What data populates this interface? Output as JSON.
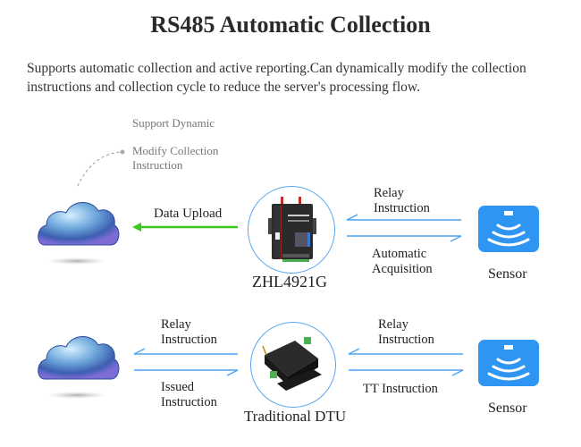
{
  "title": "RS485 Automatic Collection",
  "description": "Supports automatic collection and active reporting.Can dynamically modify the collection instructions and collection cycle to reduce the server's processing flow.",
  "top_diagram": {
    "note_line1": "Support Dynamic",
    "note_line2": "Modify Collection",
    "note_line3": "Instruction",
    "data_upload_label": "Data Upload",
    "device_label": "ZHL4921G",
    "relay_label_1": "Relay",
    "relay_label_2": "Instruction",
    "acq_label_1": "Automatic",
    "acq_label_2": "Acquisition",
    "sensor_label": "Sensor"
  },
  "bottom_diagram": {
    "relay_left_1": "Relay",
    "relay_left_2": "Instruction",
    "issued_1": "Issued",
    "issued_2": "Instruction",
    "device_label": "Traditional DTU",
    "relay_right_1": "Relay",
    "relay_right_2": "Instruction",
    "tt_label": "TT Instruction",
    "sensor_label": "Sensor"
  },
  "colors": {
    "arrow_blue": "#4aa3f0",
    "arrow_green": "#3cc81e",
    "sensor_blue": "#2f95f3"
  }
}
